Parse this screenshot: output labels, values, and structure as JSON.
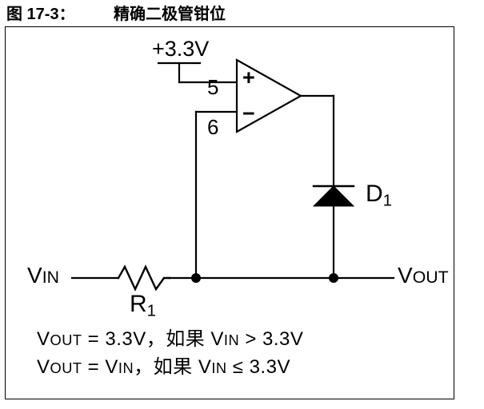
{
  "heading": {
    "figure_label": "图 17-3：",
    "title": "精确二极管钳位"
  },
  "schematic": {
    "supply_label": "+3.3V",
    "opamp": {
      "plus_sign": "+",
      "minus_sign": "−",
      "pin_noninverting": "5",
      "pin_inverting": "6"
    },
    "diode_label_main": "D",
    "diode_label_sub": "1",
    "resistor_label_main": "R",
    "resistor_label_sub": "1",
    "input_label_main": "V",
    "input_label_sub": "IN",
    "output_label_main": "V",
    "output_label_sub": "OUT"
  },
  "equations": [
    {
      "out_main": "V",
      "out_sub": "OUT",
      "relation": " = 3.3V，如果 ",
      "in_main": "V",
      "in_sub": "IN",
      "condition": " > 3.3V"
    },
    {
      "out_main": "V",
      "out_sub": "OUT",
      "relation": " = ",
      "in_main": "V",
      "in_sub": "IN",
      "condition": "，如果 ",
      "in2_main": "V",
      "in2_sub": "IN",
      "condition2": " ≤ 3.3V"
    }
  ],
  "colors": {
    "ink": "#000000",
    "background": "#ffffff"
  }
}
